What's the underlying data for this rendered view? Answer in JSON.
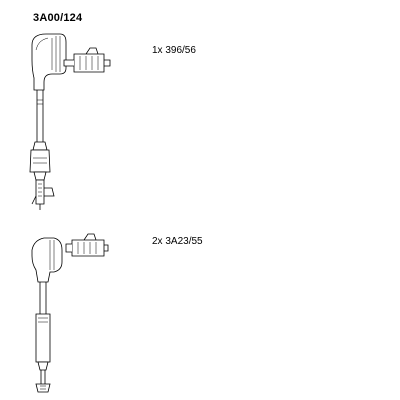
{
  "title": "3A00/124",
  "items": [
    {
      "quantity_label": "1x  396/56"
    },
    {
      "quantity_label": "2x  3A23/55"
    }
  ],
  "colors": {
    "line": "#000000",
    "background": "#ffffff"
  }
}
